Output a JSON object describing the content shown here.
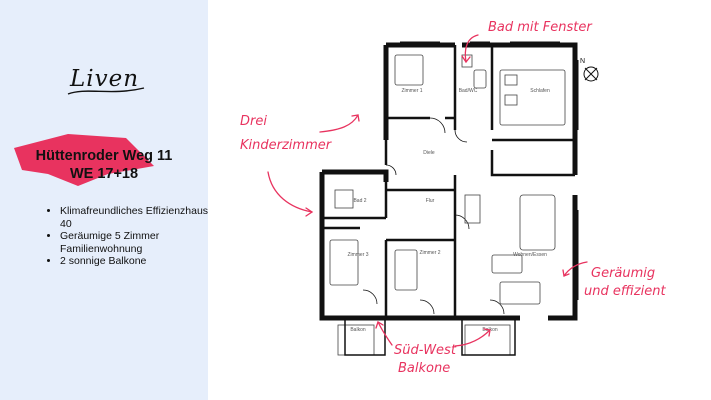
{
  "brand": {
    "logo_text": "Liven"
  },
  "listing": {
    "title_line1": "Hüttenroder Weg 11",
    "title_line2": "WE 17+18",
    "features": [
      "Klimafreundliches Effizienzhaus 40",
      "Geräumige 5 Zimmer Familienwohnung",
      "2 sonnige Balkone"
    ]
  },
  "floorplan": {
    "rooms": {
      "zimmer1": "Zimmer 1",
      "bad_wc": "Bad/WC",
      "schlafen": "Schlafen",
      "diele": "Diele",
      "bad2": "Bad 2",
      "flur": "Flur",
      "zimmer3": "Zimmer 3",
      "zimmer2": "Zimmer 2",
      "wohnen_essen": "Wohnen/Essen",
      "balkon_left": "Balkon",
      "balkon_right": "Balkon"
    },
    "north_label": "N"
  },
  "annotations": {
    "bad_fenster": "Bad mit Fenster",
    "drei_kinderzimmer_line1": "Drei",
    "drei_kinderzimmer_line2": "Kinderzimmer",
    "geraeumig_line1": "Geräumig",
    "geraeumig_line2": "und effizient",
    "sued_west_line1": "Süd-West",
    "sued_west_line2": "Balkone"
  },
  "colors": {
    "accent": "#e8335f",
    "panel": "#e6eefb",
    "wall": "#111111"
  }
}
